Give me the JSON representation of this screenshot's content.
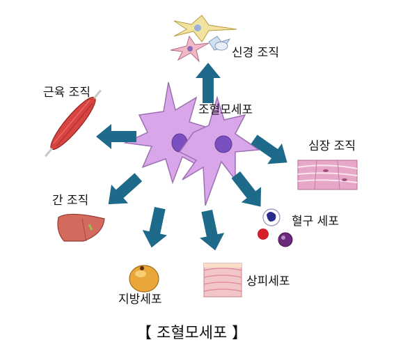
{
  "caption": "【 조혈모세포 】",
  "center_label": "조혈모세포",
  "labels": {
    "nerve": "신경 조직",
    "muscle": "근육 조직",
    "heart": "심장 조직",
    "liver": "간 조직",
    "blood": "혈구 세포",
    "epithelial": "상피세포",
    "fat": "지방세포"
  },
  "colors": {
    "arrow": "#1e6a8a",
    "stem_cell_body": "#d9a6ea",
    "stem_cell_outline": "#9b6fb0",
    "nucleus": "#7a4fbf",
    "muscle": "#d8443f",
    "liver": "#d4695d",
    "fat": "#e9a63a",
    "heart_tissue": "#e7a7c9",
    "epithelial": "#f2c6c9"
  }
}
